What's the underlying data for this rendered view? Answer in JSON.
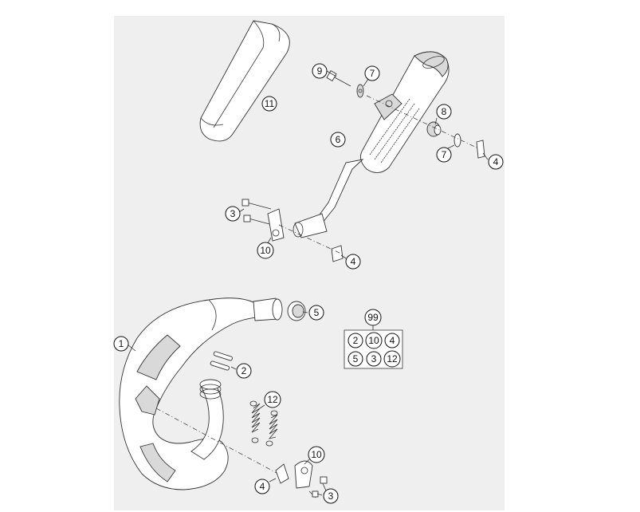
{
  "callouts": {
    "c11": "11",
    "c9": "9",
    "c7a": "7",
    "c8": "8",
    "c6": "6",
    "c7b": "7",
    "c4a": "4",
    "c3a": "3",
    "c10a": "10",
    "c4b": "4",
    "c5": "5",
    "c99": "99",
    "c1": "1",
    "c2": "2",
    "c12": "12",
    "c10b": "10",
    "c4c": "4",
    "c3b": "3"
  },
  "kit": {
    "r1": [
      "2",
      "10",
      "4"
    ],
    "r2": [
      "5",
      "3",
      "12"
    ]
  },
  "colors": {
    "panel": "#efefef",
    "line": "#333333",
    "shade": "#d9d9d9"
  }
}
